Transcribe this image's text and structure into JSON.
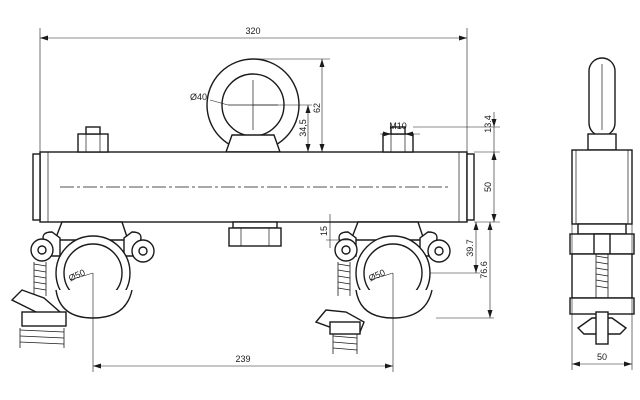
{
  "dimensions": {
    "overall_length": "320",
    "eye_diameter": "Ø40",
    "eye_height": "62",
    "eye_neck": "34,5",
    "bolt_size": "M10",
    "bolt_height": "13.4",
    "beam_height": "50",
    "clamp_offset": "15",
    "clamp_center": "39.7",
    "clamp_total": "76.6",
    "tube_left": "Ø50",
    "tube_right": "Ø50",
    "clamp_spacing": "239",
    "side_width": "50"
  }
}
